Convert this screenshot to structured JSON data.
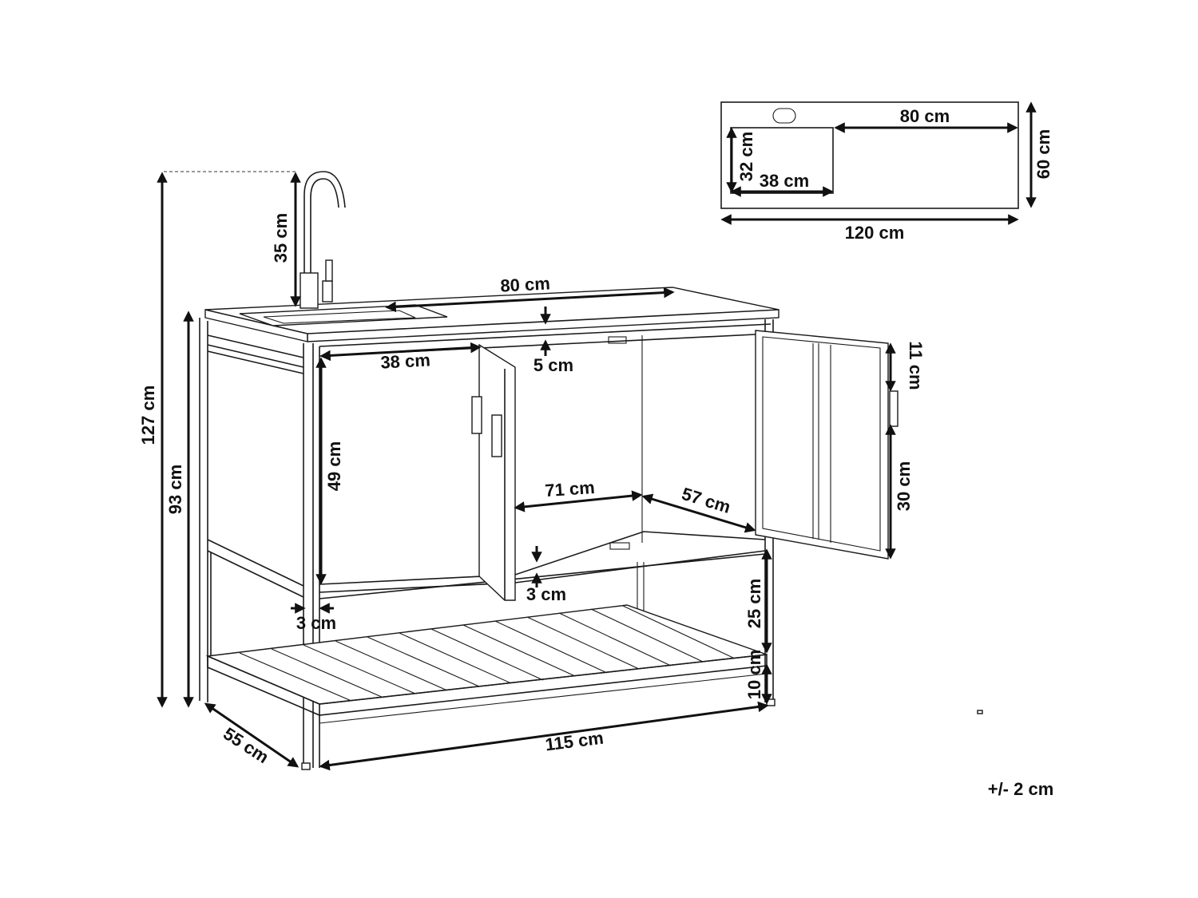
{
  "dimensions": {
    "top_sink_area": "80 cm",
    "top_basin_width": "38 cm",
    "top_depth": "60 cm",
    "top_width": "120 cm",
    "top_basin_depth": "32 cm",
    "total_height": "127 cm",
    "faucet_height": "35 cm",
    "counter_height": "93 cm",
    "worktop_80": "80 cm",
    "cabinet_38": "38 cm",
    "shelf_gap_5": "5 cm",
    "door_height_49": "49 cm",
    "inner_width_71": "71 cm",
    "inner_depth_57": "57 cm",
    "handle_offset_11": "11 cm",
    "handle_to_bottom_30": "30 cm",
    "bottom_gap_3": "3 cm",
    "leg_width_3": "3 cm",
    "shelf_gap_25": "25 cm",
    "floor_gap_10": "10 cm",
    "base_depth_55": "55 cm",
    "base_width_115": "115 cm",
    "tolerance": "+/- 2 cm"
  }
}
